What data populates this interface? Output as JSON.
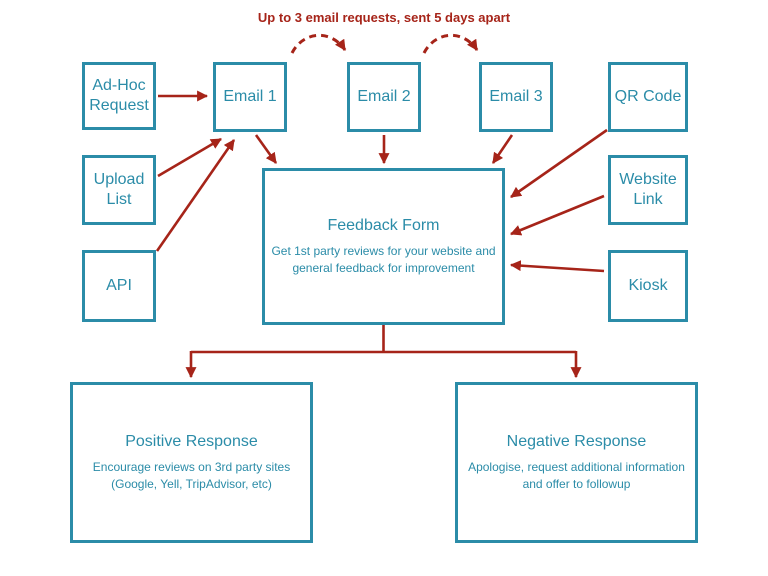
{
  "title": "Up to 3 email requests, sent 5 days apart",
  "colors": {
    "node": "#2b8ca8",
    "arrow": "#a62419"
  },
  "nodes": {
    "adhoc": {
      "label": "Ad-Hoc Request"
    },
    "upload": {
      "label": "Upload List"
    },
    "api": {
      "label": "API"
    },
    "email1": {
      "label": "Email 1"
    },
    "email2": {
      "label": "Email 2"
    },
    "email3": {
      "label": "Email 3"
    },
    "qr": {
      "label": "QR Code"
    },
    "website": {
      "label": "Website Link"
    },
    "kiosk": {
      "label": "Kiosk"
    },
    "feedback": {
      "title": "Feedback Form",
      "subtitle": "Get 1st party reviews for your website and general feedback for improvement"
    },
    "positive": {
      "title": "Positive Response",
      "subtitle": "Encourage reviews on 3rd party sites (Google, Yell, TripAdvisor, etc)"
    },
    "negative": {
      "title": "Negative Response",
      "subtitle": "Apologise, request additional information and offer to followup"
    }
  },
  "edges": [
    {
      "from": "adhoc",
      "to": "email1",
      "style": "solid"
    },
    {
      "from": "upload",
      "to": "email1",
      "style": "solid"
    },
    {
      "from": "api",
      "to": "email1",
      "style": "solid"
    },
    {
      "from": "email1",
      "to": "email2",
      "style": "dashed"
    },
    {
      "from": "email2",
      "to": "email3",
      "style": "dashed"
    },
    {
      "from": "email1",
      "to": "feedback",
      "style": "solid"
    },
    {
      "from": "email2",
      "to": "feedback",
      "style": "solid"
    },
    {
      "from": "email3",
      "to": "feedback",
      "style": "solid"
    },
    {
      "from": "qr",
      "to": "feedback",
      "style": "solid"
    },
    {
      "from": "website",
      "to": "feedback",
      "style": "solid"
    },
    {
      "from": "kiosk",
      "to": "feedback",
      "style": "solid"
    },
    {
      "from": "feedback",
      "to": "positive",
      "style": "solid"
    },
    {
      "from": "feedback",
      "to": "negative",
      "style": "solid"
    }
  ]
}
